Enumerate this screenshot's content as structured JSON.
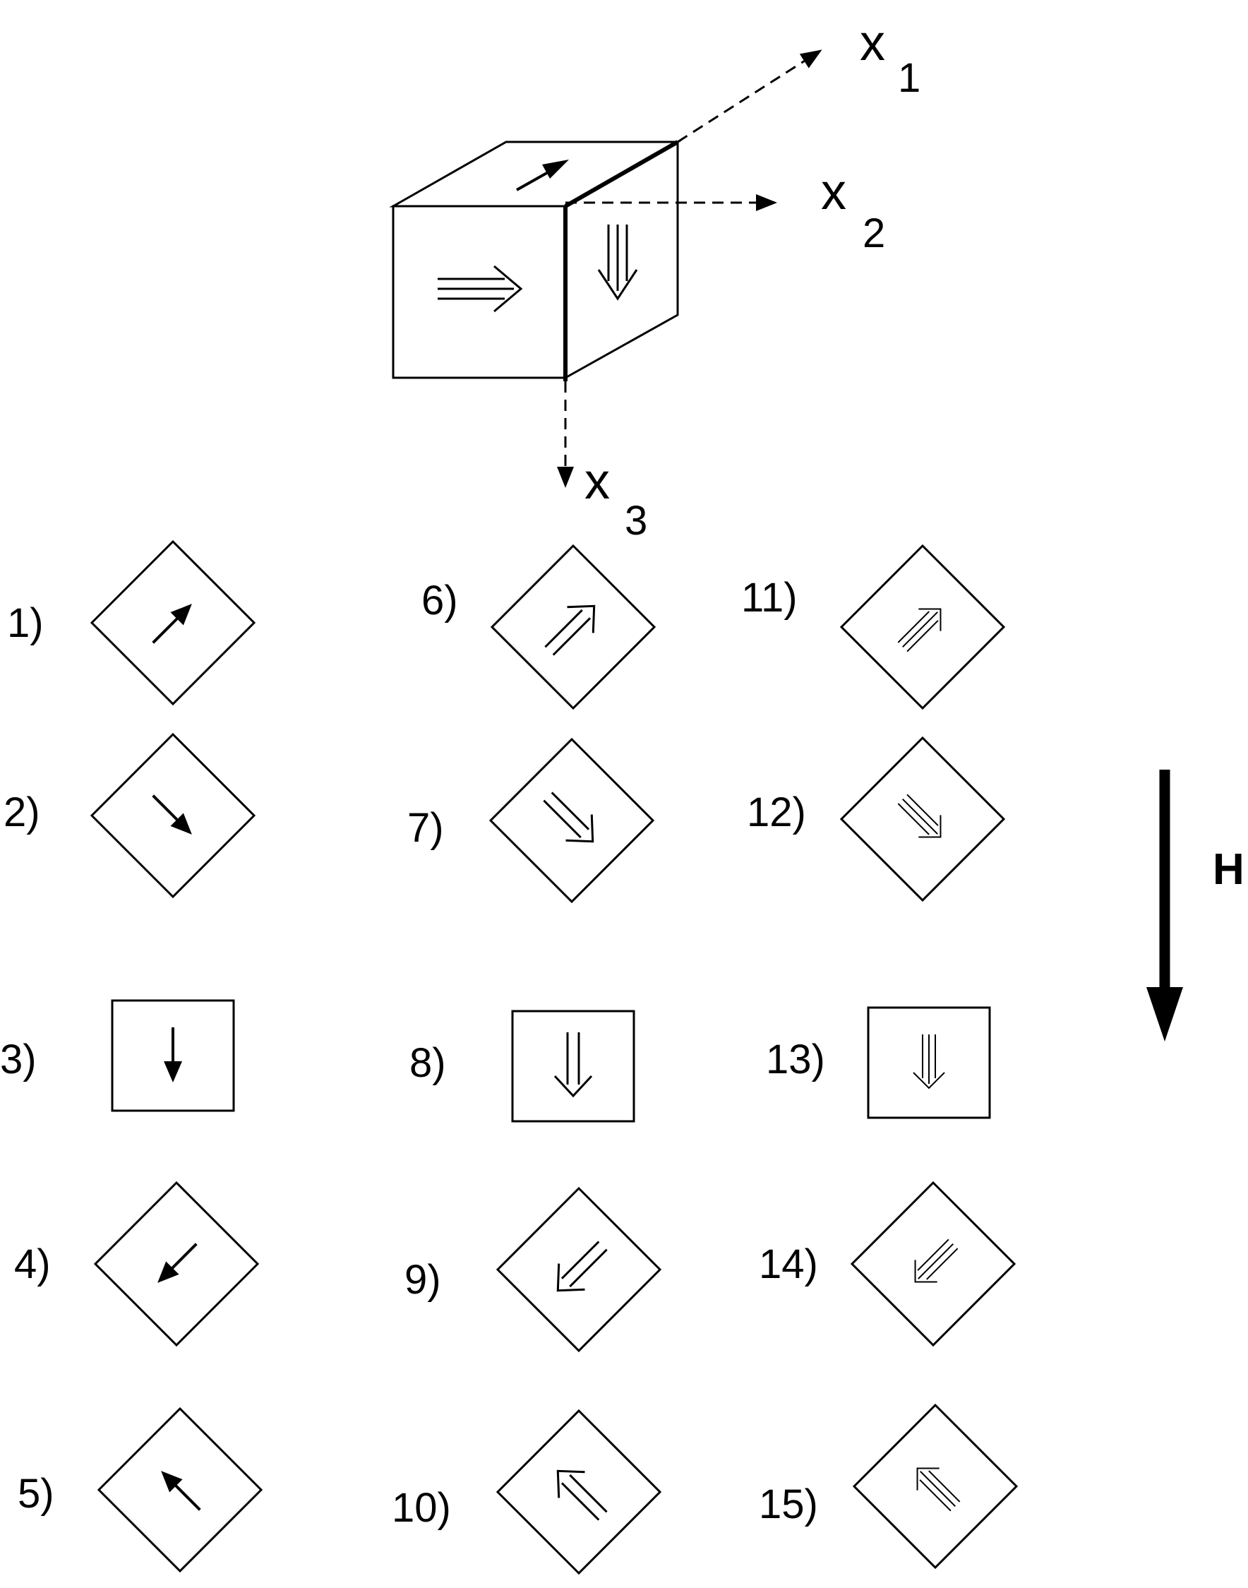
{
  "axes": [
    {
      "letter": "x",
      "index": "1"
    },
    {
      "letter": "x",
      "index": "2"
    },
    {
      "letter": "x",
      "index": "3"
    }
  ],
  "field": {
    "label": "H"
  },
  "items": [
    {
      "label": "1)",
      "shape": "diamond",
      "arrow": "single",
      "direction": "up-right"
    },
    {
      "label": "2)",
      "shape": "diamond",
      "arrow": "single",
      "direction": "down-right"
    },
    {
      "label": "3)",
      "shape": "square",
      "arrow": "single",
      "direction": "down"
    },
    {
      "label": "4)",
      "shape": "diamond",
      "arrow": "single",
      "direction": "down-left"
    },
    {
      "label": "5)",
      "shape": "diamond",
      "arrow": "single",
      "direction": "up-left"
    },
    {
      "label": "6)",
      "shape": "diamond",
      "arrow": "double",
      "direction": "up-right"
    },
    {
      "label": "7)",
      "shape": "diamond",
      "arrow": "double",
      "direction": "down-right"
    },
    {
      "label": "8)",
      "shape": "square",
      "arrow": "double",
      "direction": "down"
    },
    {
      "label": "9)",
      "shape": "diamond",
      "arrow": "double",
      "direction": "down-left"
    },
    {
      "label": "10)",
      "shape": "diamond",
      "arrow": "double",
      "direction": "up-left"
    },
    {
      "label": "11)",
      "shape": "diamond",
      "arrow": "triple",
      "direction": "up-right"
    },
    {
      "label": "12)",
      "shape": "diamond",
      "arrow": "triple",
      "direction": "down-right"
    },
    {
      "label": "13)",
      "shape": "square",
      "arrow": "triple",
      "direction": "down"
    },
    {
      "label": "14)",
      "shape": "diamond",
      "arrow": "triple",
      "direction": "down-left"
    },
    {
      "label": "15)",
      "shape": "diamond",
      "arrow": "triple",
      "direction": "up-left"
    }
  ]
}
